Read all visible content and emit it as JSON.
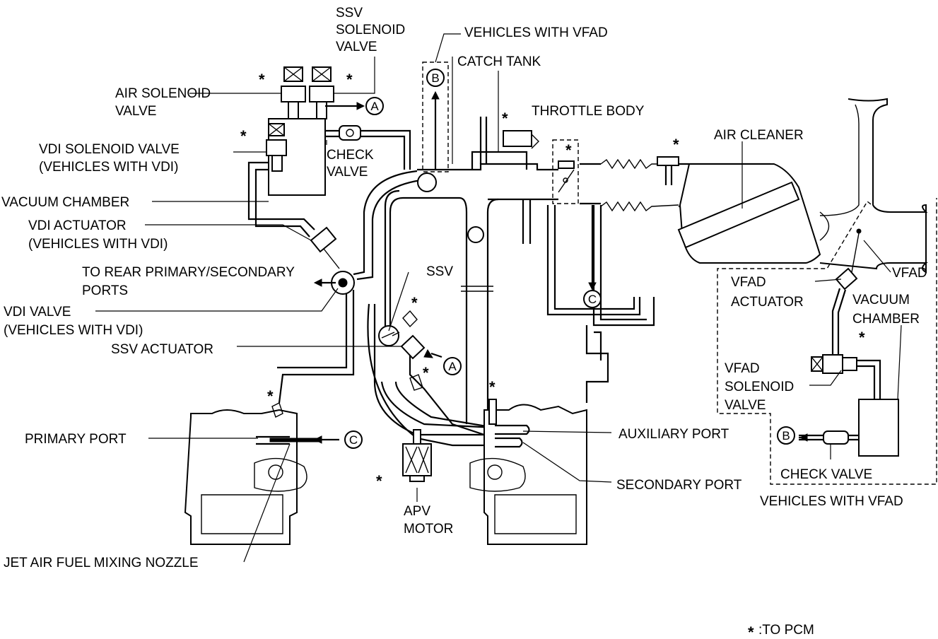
{
  "labels": {
    "ssv_solenoid_valve": [
      "SSV",
      "SOLENOID",
      "VALVE"
    ],
    "vehicles_with_vfad_top": "VEHICLES WITH VFAD",
    "catch_tank": "CATCH TANK",
    "throttle_body": "THROTTLE BODY",
    "air_cleaner": "AIR CLEANER",
    "air_solenoid_valve": [
      "AIR SOLENOID",
      "VALVE"
    ],
    "vdi_solenoid_valve": [
      "VDI SOLENOID VALVE",
      "(VEHICLES WITH VDI)"
    ],
    "check_valve_top": [
      "CHECK",
      "VALVE"
    ],
    "vacuum_chamber_left": "VACUUM CHAMBER",
    "vdi_actuator": [
      "VDI ACTUATOR",
      "(VEHICLES WITH VDI)"
    ],
    "to_rear_ports": [
      "TO REAR PRIMARY/SECONDARY",
      "PORTS"
    ],
    "vdi_valve": [
      "VDI VALVE",
      "(VEHICLES WITH VDI)"
    ],
    "ssv": "SSV",
    "ssv_actuator": "SSV ACTUATOR",
    "primary_port": "PRIMARY PORT",
    "auxiliary_port": "AUXILIARY PORT",
    "secondary_port": "SECONDARY PORT",
    "apv_motor": [
      "APV",
      "MOTOR"
    ],
    "jet_air_fuel_mixing_nozzle": "JET AIR FUEL  MIXING NOZZLE",
    "vfad": "VFAD",
    "vfad_actuator": [
      "VFAD",
      "ACTUATOR"
    ],
    "vacuum_chamber_right": [
      "VACUUM",
      "CHAMBER"
    ],
    "vfad_solenoid_valve": [
      "VFAD",
      "SOLENOID",
      "VALVE"
    ],
    "check_valve_right": "CHECK VALVE",
    "vehicles_with_vfad_bottom": "VEHICLES WITH VFAD",
    "to_pcm_legend": ":TO PCM"
  },
  "markers": {
    "a": "A",
    "b": "B",
    "c": "C",
    "asterisk": "*"
  }
}
